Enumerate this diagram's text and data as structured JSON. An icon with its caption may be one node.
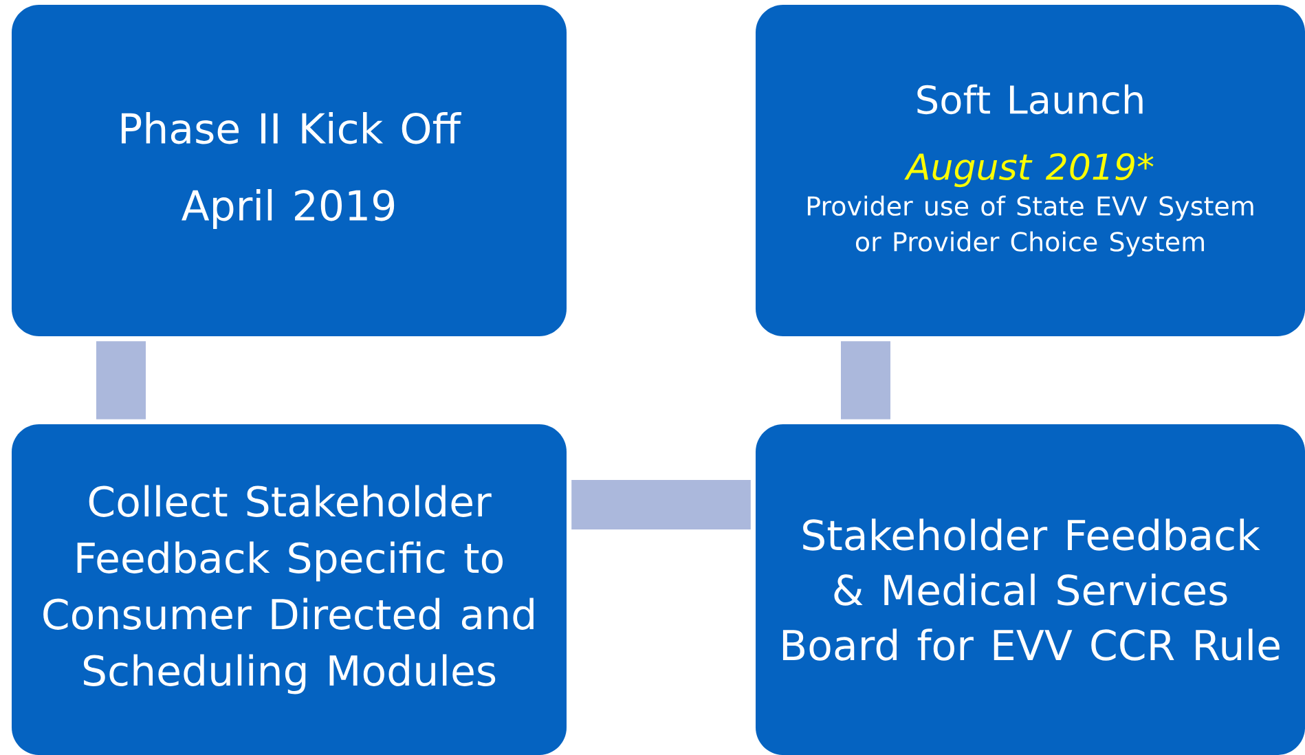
{
  "diagram": {
    "nodes": [
      {
        "text": [
          "Phase II Kick Off",
          "April 2019"
        ]
      },
      {
        "text": [
          "Soft Launch",
          "August 2019*",
          "Provider use of State EVV System or Provider Choice System"
        ]
      },
      {
        "text": [
          "Collect Stakeholder Feedback Specific to Consumer Directed and Scheduling Modules"
        ]
      },
      {
        "text": [
          "Stakeholder Feedback & Medical Services Board for EVV CCR Rule"
        ]
      }
    ],
    "edges": [
      {
        "from": 0,
        "to": 2,
        "arrow": "none"
      },
      {
        "from": 2,
        "to": 3,
        "arrow": "none"
      },
      {
        "from": 3,
        "to": 1,
        "arrow": "none"
      }
    ]
  }
}
